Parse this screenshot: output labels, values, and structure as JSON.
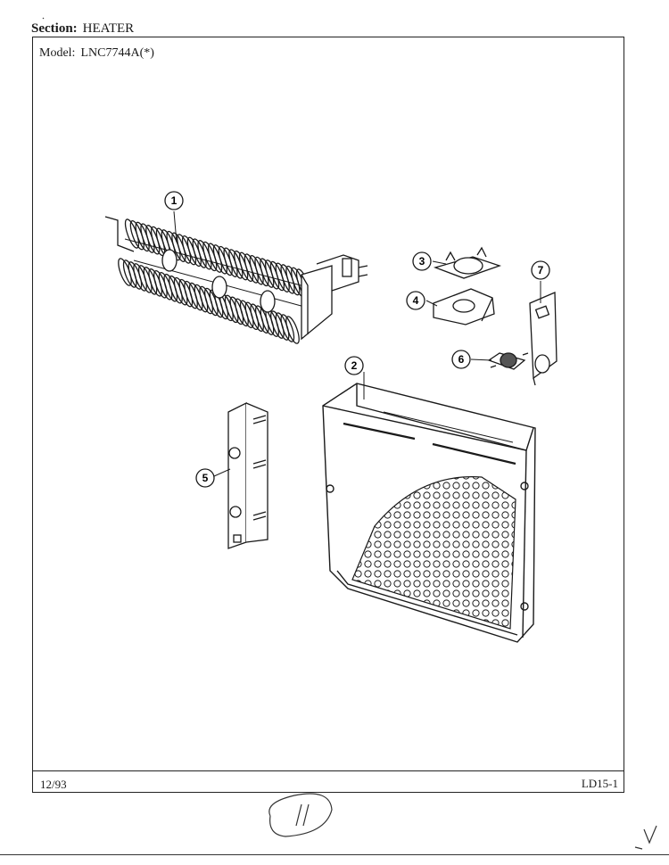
{
  "header": {
    "section_label": "Section:",
    "section_value": "HEATER"
  },
  "model": {
    "label": "Model:",
    "value": "LNC7744A(*)"
  },
  "footer": {
    "date": "12/93",
    "page": "LD15-1"
  },
  "callouts": [
    "1",
    "2",
    "3",
    "4",
    "5",
    "6",
    "7"
  ],
  "parts": {
    "heater_element": {
      "callout": "1",
      "icon": "heater-coil-icon"
    },
    "heater_housing": {
      "callout": "2",
      "icon": "vented-housing-icon"
    },
    "thermostat_high_limit": {
      "callout": "3",
      "icon": "thermostat-icon"
    },
    "thermostat_bracket": {
      "callout": "4",
      "icon": "bracket-icon"
    },
    "terminal_block": {
      "callout": "5",
      "icon": "terminal-block-icon"
    },
    "thermal_fuse": {
      "callout": "6",
      "icon": "thermal-fuse-icon"
    },
    "fuse_bracket": {
      "callout": "7",
      "icon": "bracket-icon"
    }
  },
  "colors": {
    "ink": "#1a1a1a",
    "paper": "#ffffff"
  }
}
